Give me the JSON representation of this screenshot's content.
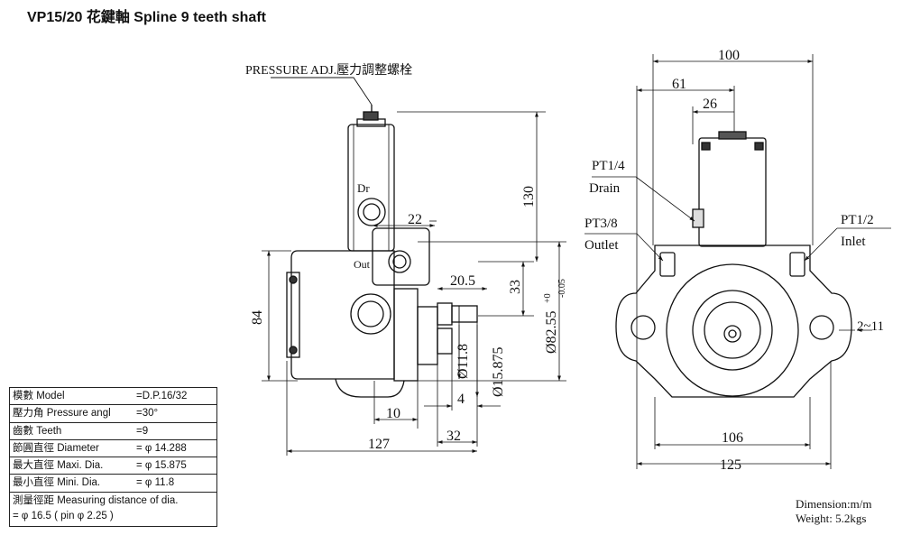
{
  "title": "VP15/20 花鍵軸 Spline 9 teeth shaft",
  "side_view": {
    "pressure_adj_label": "PRESSURE ADJ.壓力調整螺栓",
    "dr_label": "Dr",
    "out_label": "Out",
    "dim_130": "130",
    "dim_22": "22",
    "dim_20_5": "20.5",
    "dim_33": "33",
    "dim_84": "84",
    "dim_82_55": "Ø82.55",
    "dim_82_55_upper": "+0",
    "dim_82_55_lower": "-0.05",
    "dim_11_8": "Ø11.8",
    "dim_15_875": "Ø15.875",
    "dim_4": "4",
    "dim_10": "10",
    "dim_32": "32",
    "dim_127": "127"
  },
  "front_view": {
    "dim_100": "100",
    "dim_61": "61",
    "dim_26": "26",
    "drain_port_size": "PT1/4",
    "drain_label": "Drain",
    "outlet_port_size": "PT3/8",
    "outlet_label": "Outlet",
    "inlet_port_size": "PT1/2",
    "inlet_label": "Inlet",
    "dim_2_11": "2~11",
    "dim_106": "106",
    "dim_125": "125"
  },
  "spec_table": {
    "rows": [
      {
        "label": "模數 Model",
        "value": "=D.P.16/32"
      },
      {
        "label": "壓力角 Pressure angl",
        "value": "=30°"
      },
      {
        "label": "齒數 Teeth",
        "value": "=9"
      },
      {
        "label": "節圓直徑 Diameter",
        "value": "= φ 14.288"
      },
      {
        "label": "最大直徑 Maxi. Dia.",
        "value": "= φ 15.875"
      },
      {
        "label": "最小直徑 Mini. Dia.",
        "value": "= φ 11.8"
      }
    ],
    "measuring_label": "測量徑距 Measuring distance of dia.",
    "measuring_value": "= φ 16.5 ( pin φ 2.25 )"
  },
  "footer": {
    "dimension": "Dimension:m/m",
    "weight": "Weight: 5.2kgs"
  }
}
